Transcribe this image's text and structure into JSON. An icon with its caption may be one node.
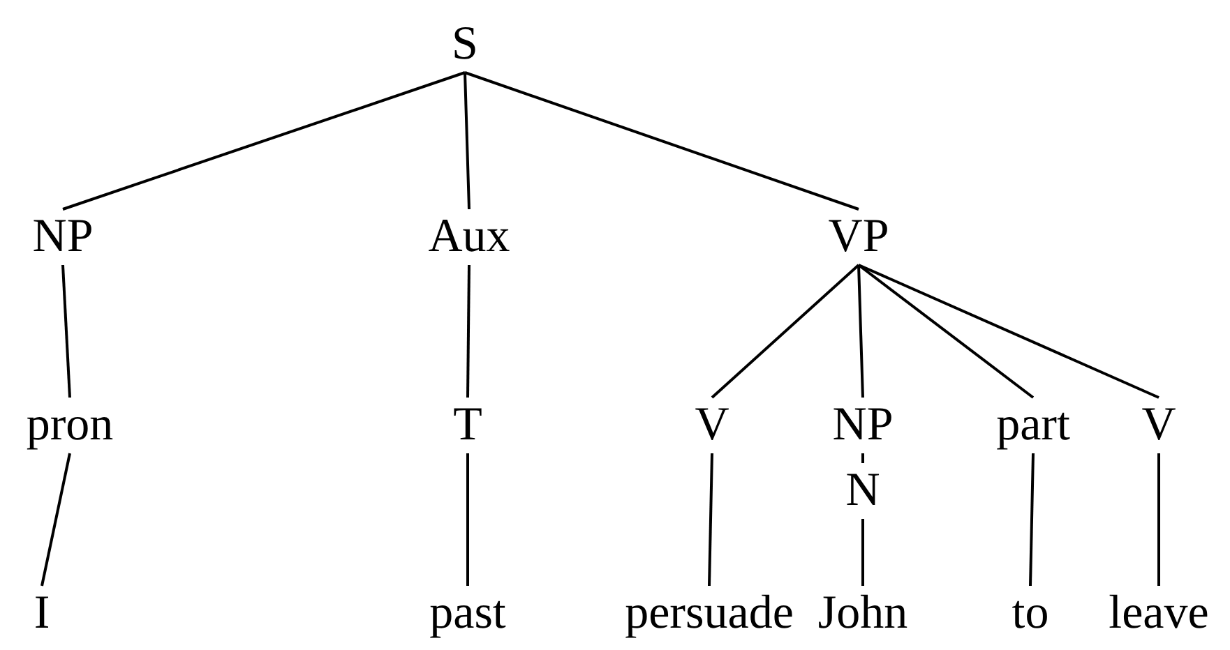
{
  "diagram": {
    "nodes": [
      {
        "text": [
          "S"
        ]
      },
      {
        "text": [
          "NP"
        ]
      },
      {
        "text": [
          "Aux"
        ]
      },
      {
        "text": [
          "VP"
        ]
      },
      {
        "text": [
          "pron"
        ]
      },
      {
        "text": [
          "T"
        ]
      },
      {
        "text": [
          "V"
        ]
      },
      {
        "text": [
          "NP"
        ]
      },
      {
        "text": [
          "part"
        ]
      },
      {
        "text": [
          "V"
        ]
      },
      {
        "text": [
          "N"
        ]
      },
      {
        "text": [
          "I"
        ]
      },
      {
        "text": [
          "past"
        ]
      },
      {
        "text": [
          "persuade"
        ]
      },
      {
        "text": [
          "John"
        ]
      },
      {
        "text": [
          "to"
        ]
      },
      {
        "text": [
          "leave"
        ]
      }
    ],
    "edges": [
      {
        "from": 0,
        "to": 1,
        "arrow": "none"
      },
      {
        "from": 0,
        "to": 2,
        "arrow": "none"
      },
      {
        "from": 0,
        "to": 3,
        "arrow": "none"
      },
      {
        "from": 1,
        "to": 4,
        "arrow": "none"
      },
      {
        "from": 4,
        "to": 11,
        "arrow": "none"
      },
      {
        "from": 2,
        "to": 5,
        "arrow": "none"
      },
      {
        "from": 5,
        "to": 12,
        "arrow": "none"
      },
      {
        "from": 3,
        "to": 6,
        "arrow": "none"
      },
      {
        "from": 3,
        "to": 7,
        "arrow": "none"
      },
      {
        "from": 3,
        "to": 8,
        "arrow": "none"
      },
      {
        "from": 3,
        "to": 9,
        "arrow": "none"
      },
      {
        "from": 6,
        "to": 13,
        "arrow": "none"
      },
      {
        "from": 7,
        "to": 10,
        "arrow": "none"
      },
      {
        "from": 10,
        "to": 14,
        "arrow": "none"
      },
      {
        "from": 8,
        "to": 15,
        "arrow": "none"
      },
      {
        "from": 9,
        "to": 16,
        "arrow": "none"
      }
    ]
  }
}
